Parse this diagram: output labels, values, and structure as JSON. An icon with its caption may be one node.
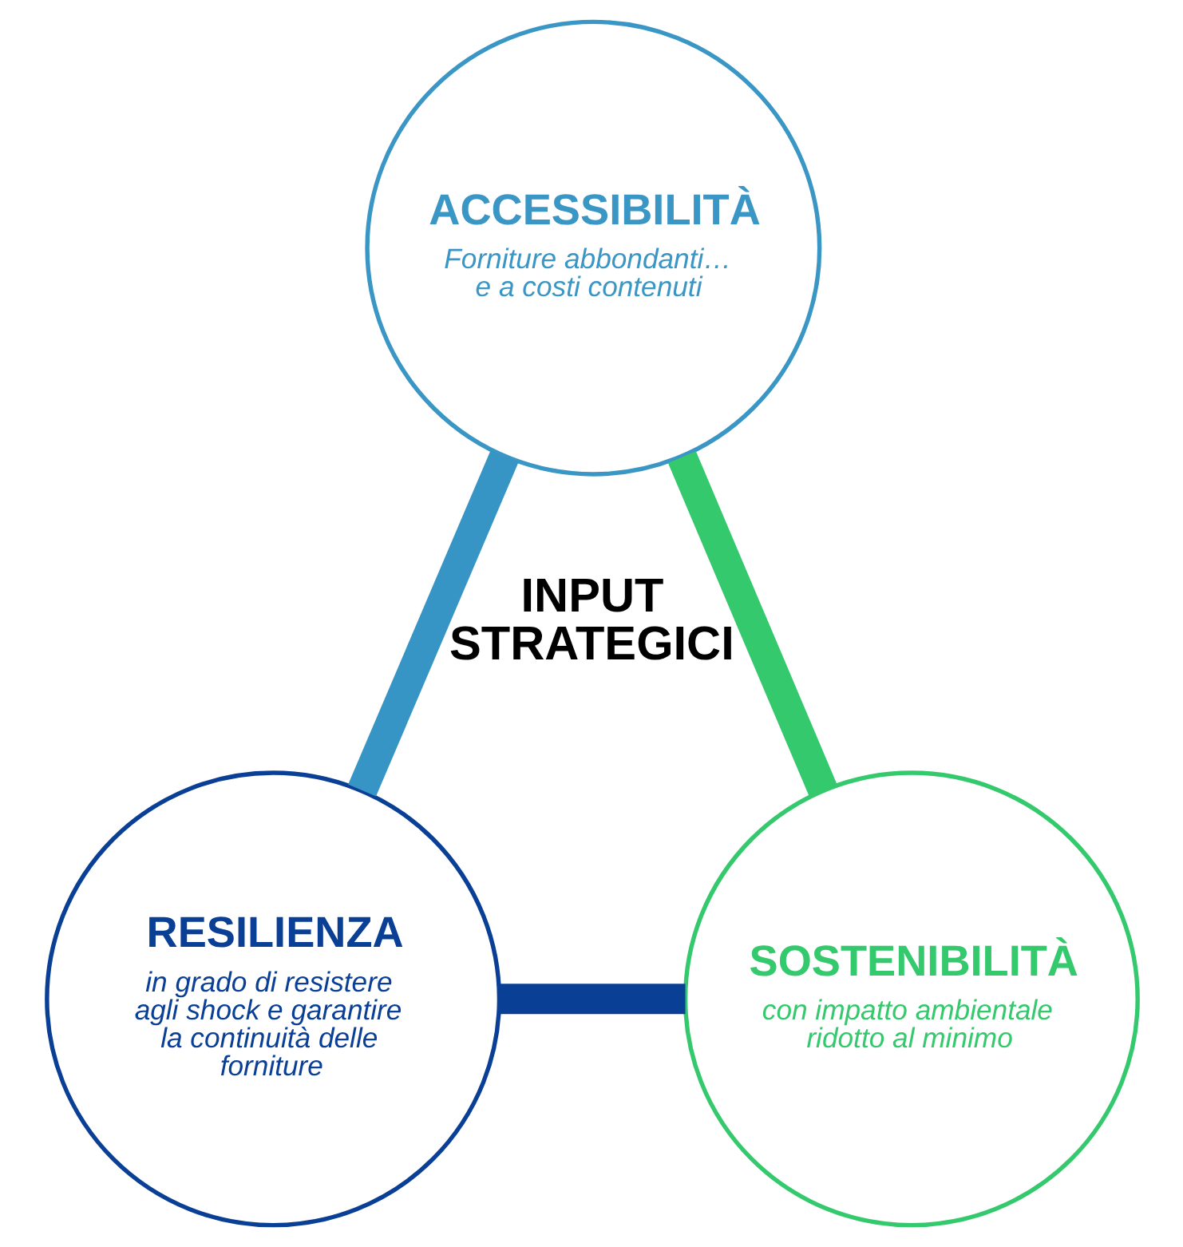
{
  "diagram": {
    "nodes": [
      {
        "text": [
          "ACCESSIBILITÀ",
          "Forniture abbondanti… e a costi contenuti"
        ]
      },
      {
        "text": [
          "RESILIENZA",
          "in grado di resistere agli shock e garantire la continuità delle forniture"
        ]
      },
      {
        "text": [
          "SOSTENIBILITÀ",
          "con impatto ambientale ridotto al minimo"
        ]
      }
    ],
    "edges": [
      {
        "from": 0,
        "to": 1,
        "arrow": "none",
        "color": "#3795c5"
      },
      {
        "from": 0,
        "to": 2,
        "arrow": "none",
        "color": "#35c96d"
      },
      {
        "from": 1,
        "to": 2,
        "arrow": "none",
        "color": "#0a3f96"
      }
    ],
    "labels": [
      "INPUT STRATEGICI"
    ]
  }
}
